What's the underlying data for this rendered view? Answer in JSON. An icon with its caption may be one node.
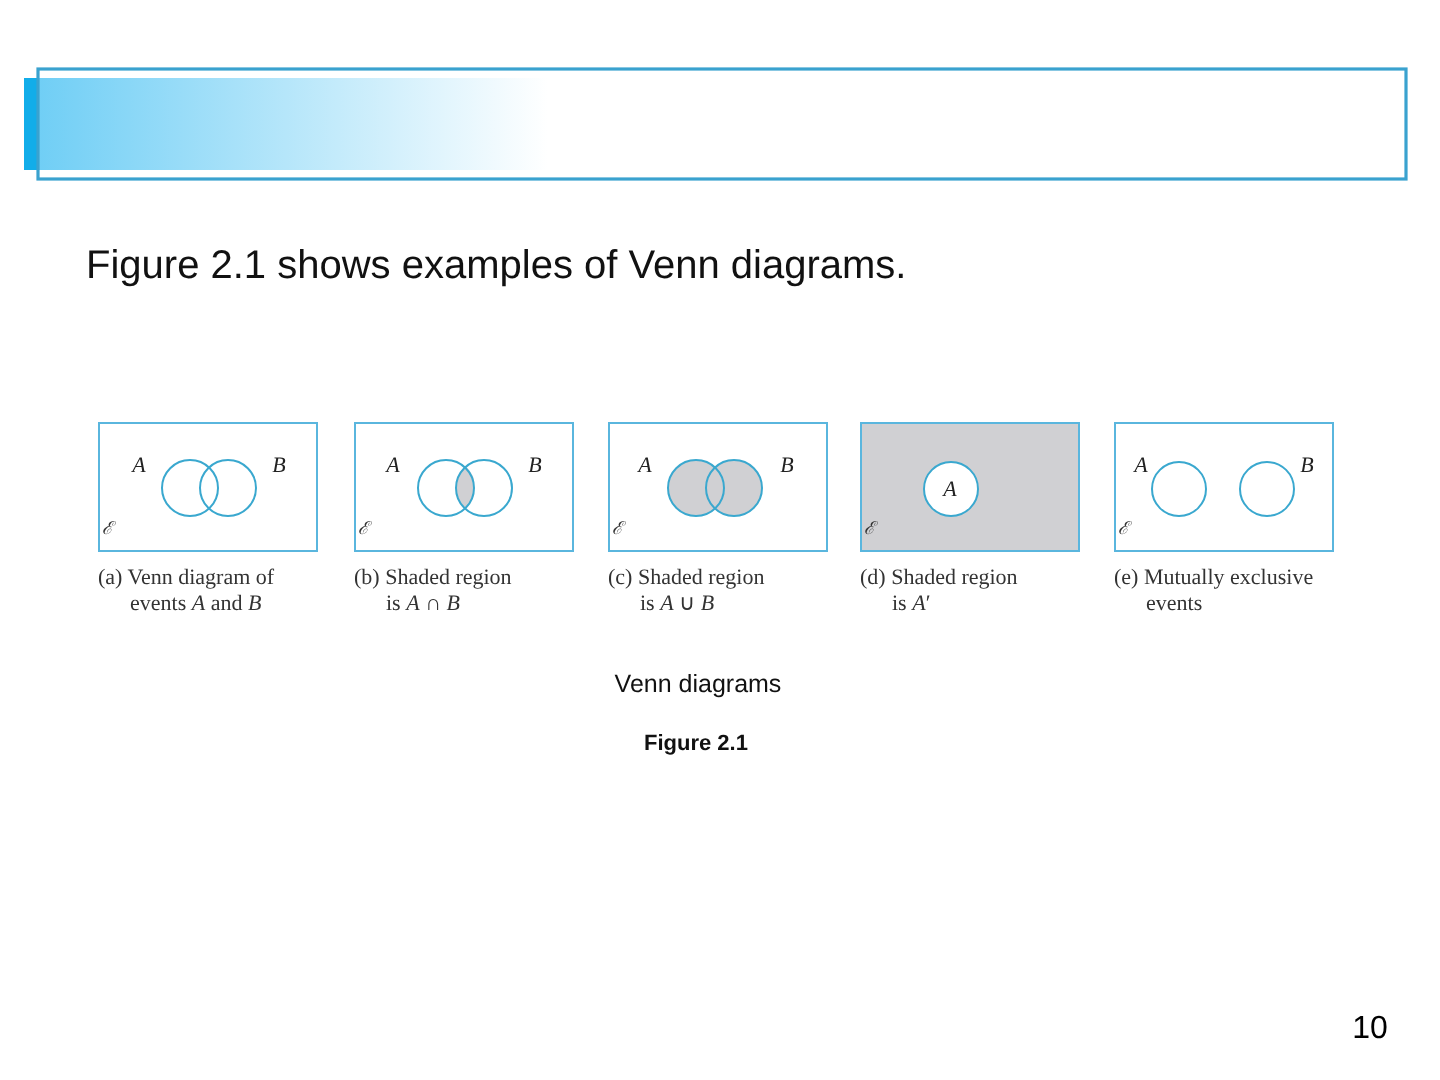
{
  "diagram": {
    "title": "Figure 2.1 shows examples of Venn diagrams.",
    "nodes": [
      {
        "text": [
          "ℰ"
        ],
        "beside": [
          "(a) Venn diagram of events *A* and *B*"
        ]
      },
      {
        "text": [
          "A"
        ],
        "in": 0
      },
      {
        "text": [
          "B"
        ],
        "in": 0
      },
      {
        "text": [
          "ℰ"
        ],
        "beside": [
          "(b) Shaded region is *A* ∩ *B*"
        ]
      },
      {
        "text": [
          "A"
        ],
        "in": 3
      },
      {
        "text": [
          "B"
        ],
        "in": 3
      },
      {
        "text": [
          "ℰ"
        ],
        "beside": [
          "(c) Shaded region is *A* ∪ *B*"
        ]
      },
      {
        "text": [
          "A"
        ],
        "in": 6
      },
      {
        "text": [
          "B"
        ],
        "in": 6
      },
      {
        "text": [
          "ℰ"
        ],
        "beside": [
          "(d) Shaded region is *A*′"
        ]
      },
      {
        "text": [
          "A"
        ],
        "in": 9
      },
      {
        "text": [
          "ℰ"
        ],
        "beside": [
          "(e) Mutually exclusive events"
        ]
      },
      {
        "text": [
          "A"
        ],
        "in": 11
      },
      {
        "text": [
          "B"
        ],
        "in": 11
      }
    ],
    "labels": [
      "Venn diagrams",
      "Figure 2.1",
      "10"
    ]
  }
}
